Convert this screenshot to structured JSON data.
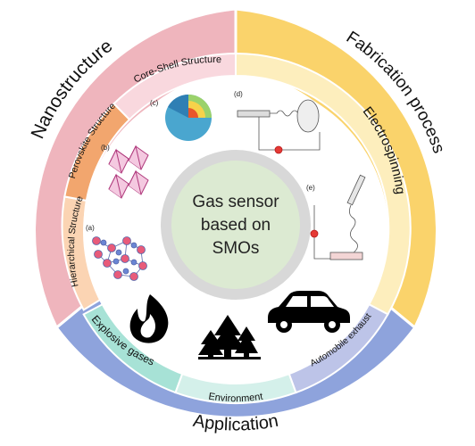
{
  "center": {
    "line1": "Gas sensor",
    "line2": "based on",
    "line3": "SMOs"
  },
  "sectors": {
    "nanostructure": "Nanostructure",
    "fabrication": "Fabrication process",
    "application": "Application"
  },
  "subsectors": {
    "hierarchical": "Hierarchical Structure",
    "perovskite": "Perovskite Structure",
    "core_shell": "Core-Shell Structure",
    "electrospinning": "Electrospinning",
    "explosive": "Explosive gases",
    "environment": "Environment",
    "automobile": "Automobile exhaust"
  },
  "panel_labels": {
    "a": "(a)",
    "b": "(b)",
    "c": "(c)",
    "d": "(d)",
    "e": "(e)"
  },
  "colors": {
    "nanostructure_outer": "#efb5bd",
    "nanostructure_inner": "#f7d5da",
    "fabrication_outer": "#fad36b",
    "fabrication_inner": "#fdeebd",
    "application_outer": "#8ea3dc",
    "application_inner": "#cad2f0",
    "hierarchical": "#fbd4b3",
    "perovskite": "#f2a66e",
    "core_shell": "#f9d8de",
    "explosive": "#a7e2d6",
    "environment": "#d4f0ea",
    "automobile": "#bdc4e8",
    "center_fill": "#dcead2",
    "center_ring": "#d7d7d7"
  },
  "icons": [
    "flame-icon",
    "trees-icon",
    "car-icon",
    "network-icon",
    "octahedra-icon",
    "core-shell-sphere-icon",
    "electrospinning-setup-icon",
    "syringe-setup-icon"
  ]
}
